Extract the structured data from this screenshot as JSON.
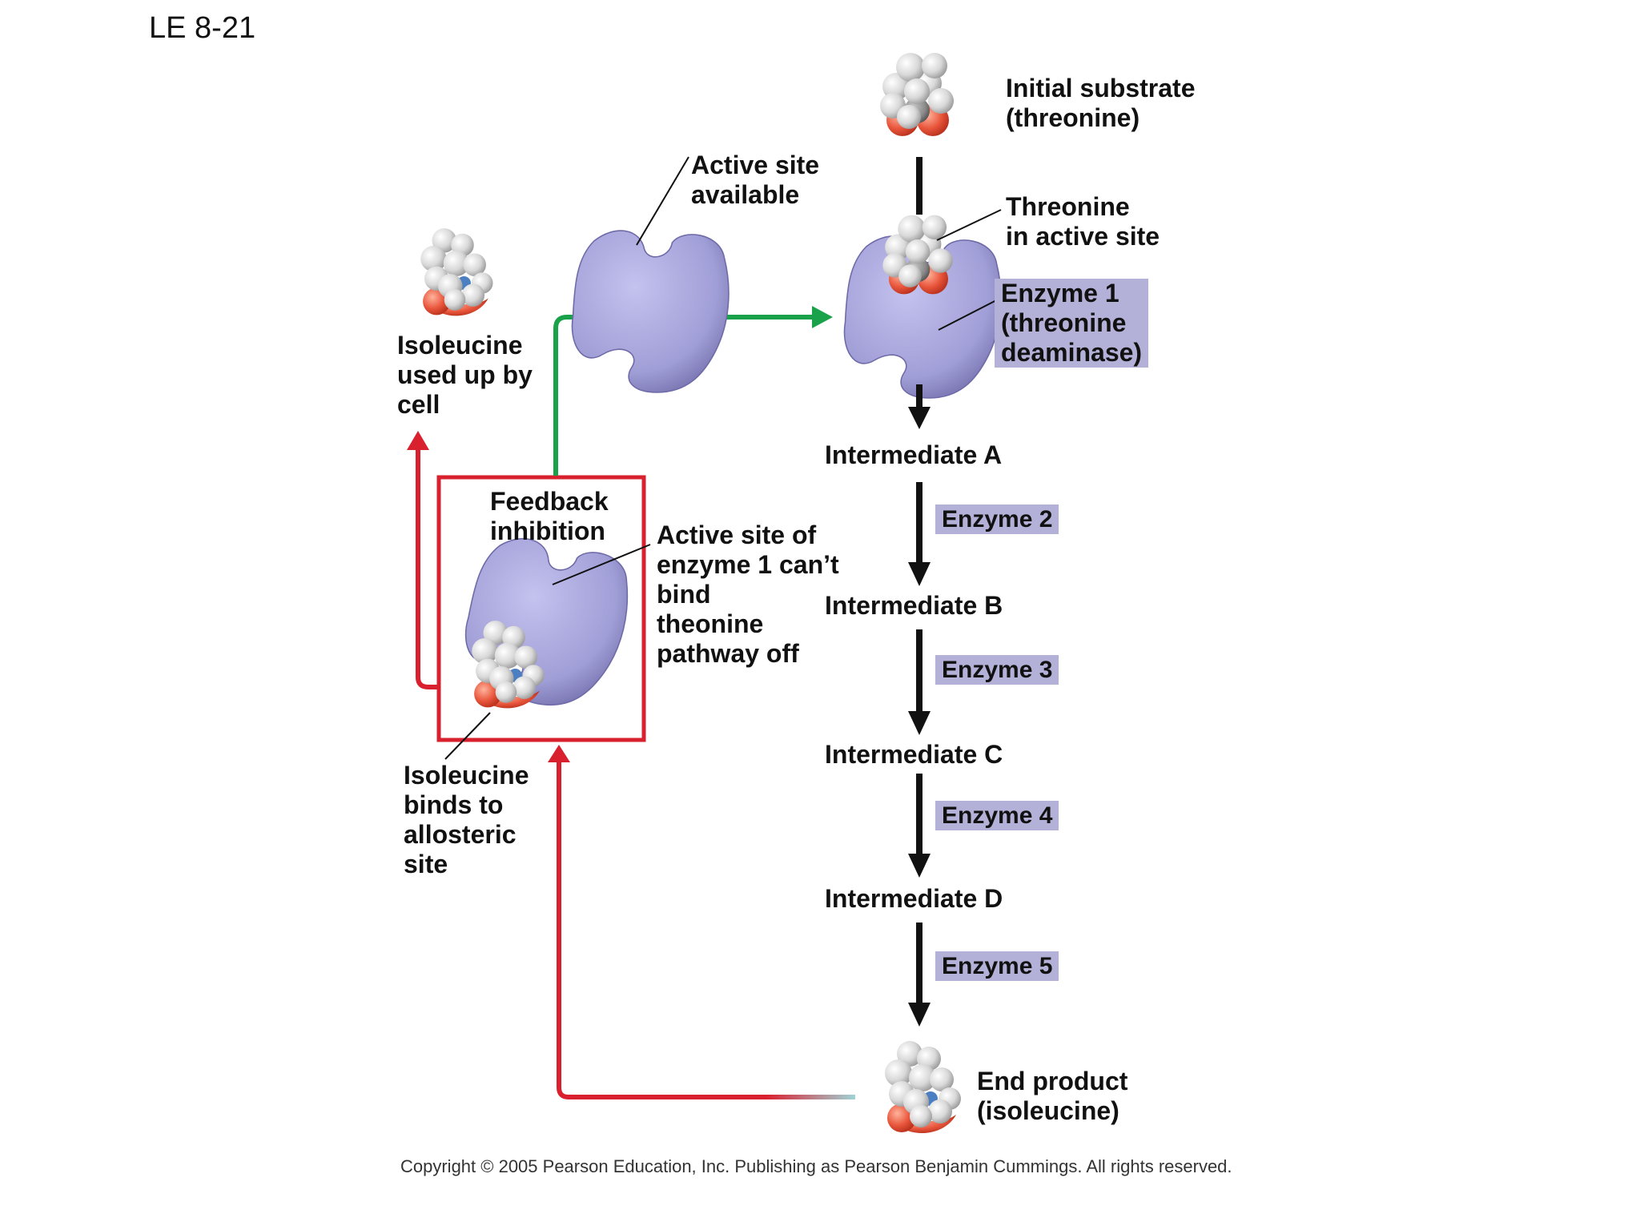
{
  "title": "LE 8-21",
  "labels": {
    "initial_substrate": "Initial substrate\n(threonine)",
    "active_site_available": "Active site\navailable",
    "threonine_in_active_site": "Threonine\nin active site",
    "isoleucine_used_up": "Isoleucine\nused up by\ncell",
    "feedback_inhibition": "Feedback\ninhibition",
    "active_site_cant_bind": "Active site of\nenzyme 1 can’t\nbind\ntheonine\npathway off",
    "isoleucine_binds": "Isoleucine\nbinds to\nallosteric\nsite",
    "end_product": "End product\n(isoleucine)"
  },
  "enzymes": {
    "enzyme1": "Enzyme 1\n(threonine\ndeaminase)",
    "enzyme2": "Enzyme 2",
    "enzyme3": "Enzyme 3",
    "enzyme4": "Enzyme 4",
    "enzyme5": "Enzyme 5"
  },
  "intermediates": {
    "a": "Intermediate A",
    "b": "Intermediate B",
    "c": "Intermediate C",
    "d": "Intermediate D"
  },
  "copyright": "Copyright © 2005 Pearson Education, Inc. Publishing as Pearson Benjamin Cummings. All rights reserved.",
  "colors": {
    "enzyme": "#a8a6dc",
    "enzyme_dark": "#6e6aa8",
    "enzyme_label_bg": "#b3b1d8",
    "inhibition_red": "#d9202f",
    "activation_green": "#1aa24a",
    "arrow_black": "#111111",
    "oxygen": "#e8553b"
  }
}
